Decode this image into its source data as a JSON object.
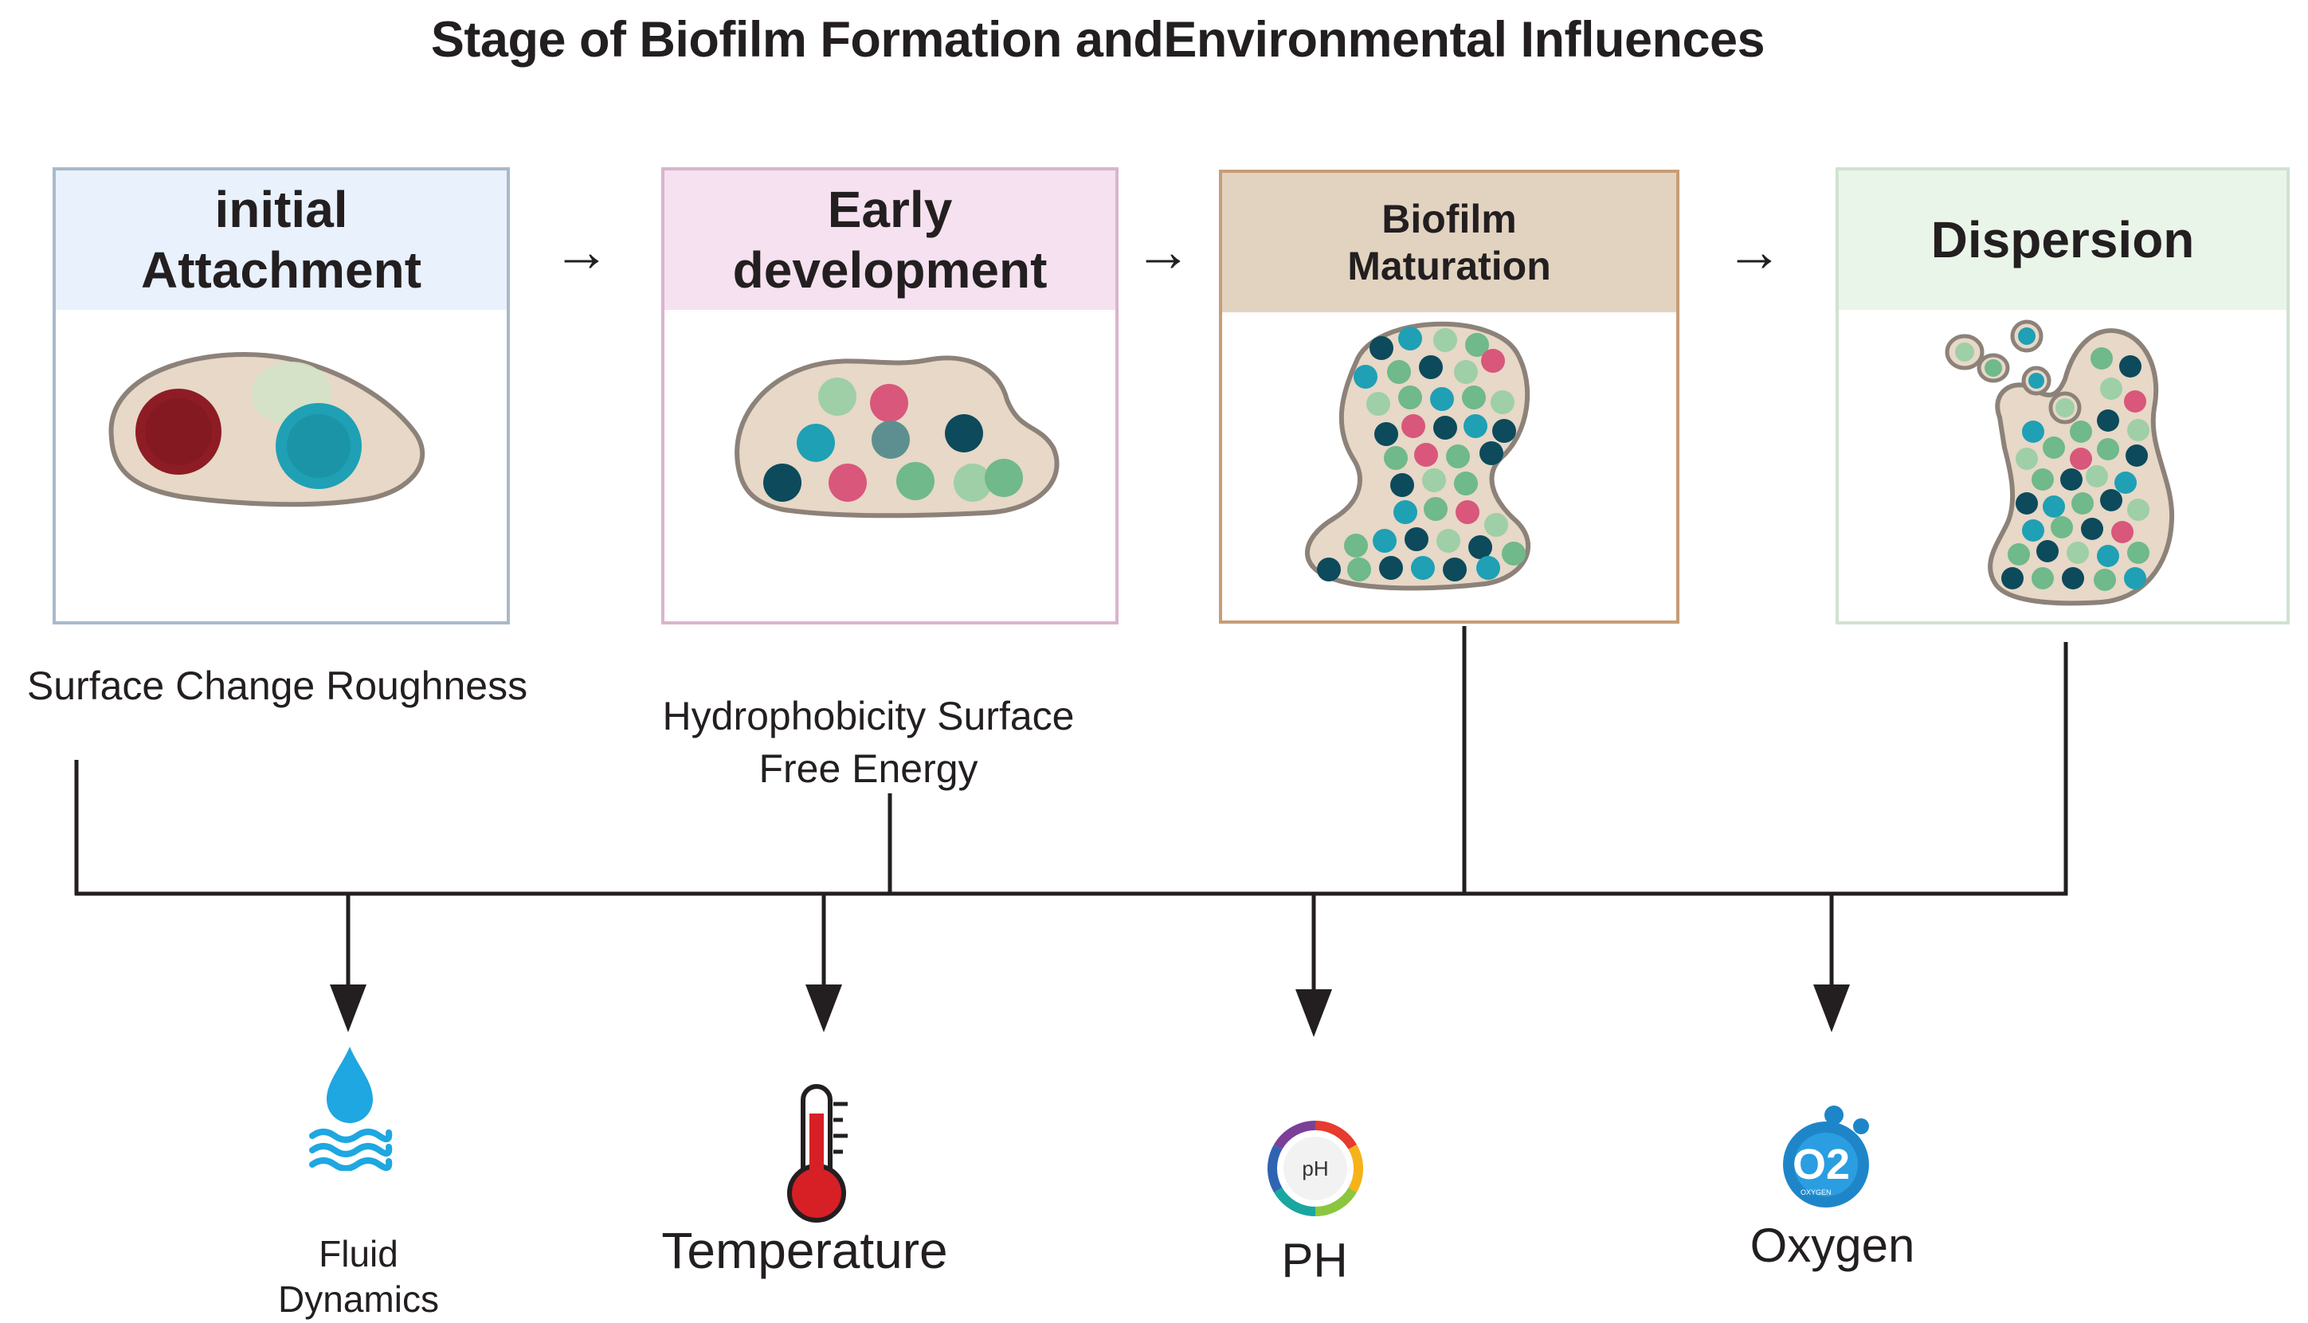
{
  "title": "Stage of Biofilm Formation andEnvironmental Influences",
  "flow_arrow": "→",
  "stages": [
    {
      "label": "initial\nAttachment",
      "header_color": "#e8f1fc",
      "border_color": "#a9b9cb"
    },
    {
      "label": "Early\ndevelopment",
      "header_color": "#f5e1ef",
      "border_color": "#dab4cd"
    },
    {
      "label": "Biofilm\nMaturation",
      "header_color": "#e2d3c1",
      "border_color": "#c79d77"
    },
    {
      "label": "Dispersion",
      "header_color": "#eaf5ea",
      "border_color": "#cfe3d0"
    }
  ],
  "influences": [
    {
      "text": "Surface Change Roughness"
    },
    {
      "text": "Hydrophobicity Surface\nFree Energy"
    }
  ],
  "factors": [
    {
      "label": "Fluid\nDynamics",
      "icon": "water-drop-waves-icon"
    },
    {
      "label": "Temperature",
      "icon": "thermometer-icon"
    },
    {
      "label": "PH",
      "icon": "ph-scale-icon",
      "icon_text": "pH"
    },
    {
      "label": "Oxygen",
      "icon": "oxygen-o2-icon",
      "icon_text": "O2",
      "icon_subtext": "OXYGEN"
    }
  ],
  "colors": {
    "cell_body": "#e7d8c7",
    "cell_outline": "#8c8279",
    "red_cell": "#8e1c25",
    "teal_cell": "#1fa0b5",
    "dark_cell": "#0c4a5c",
    "green_cell": "#6fb98a",
    "pink_cell": "#d9577a",
    "water_blue": "#1ea7e1",
    "thermo_red": "#d71f26"
  }
}
